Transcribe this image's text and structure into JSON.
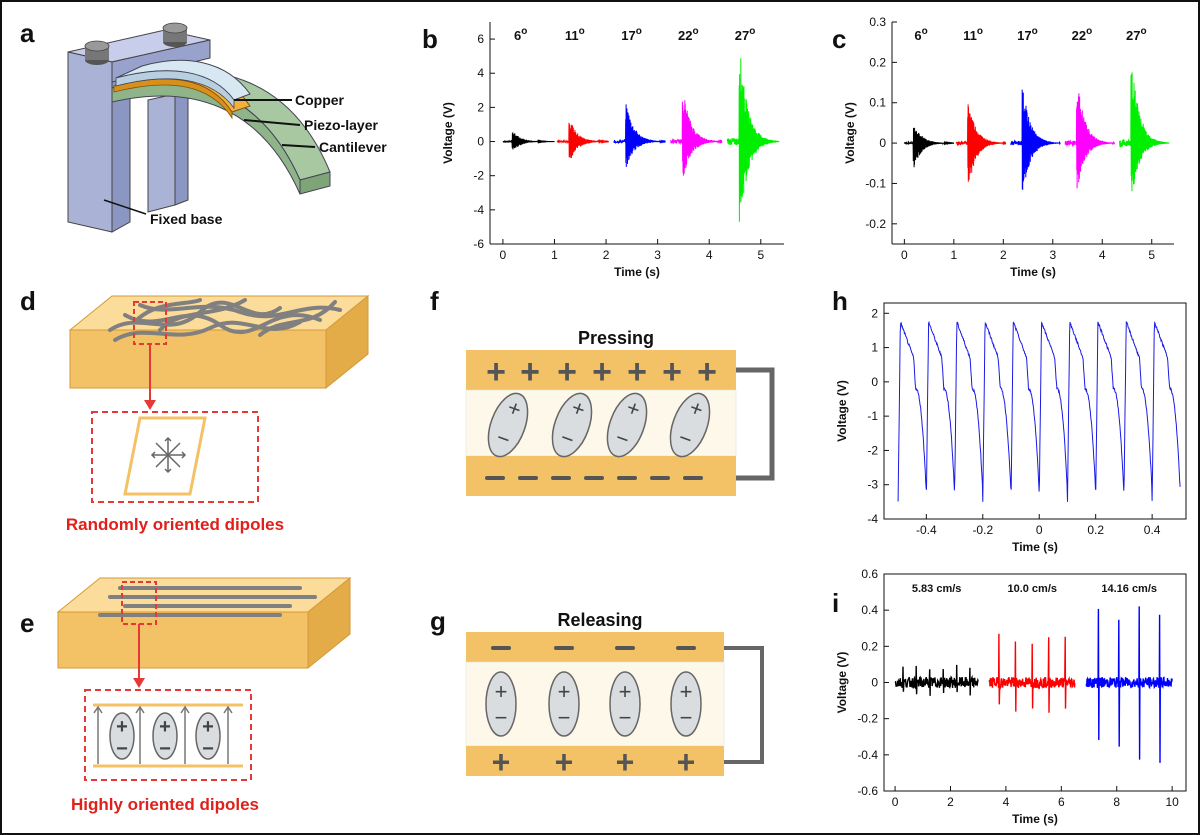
{
  "panel_letters": {
    "a": "a",
    "b": "b",
    "c": "c",
    "d": "d",
    "e": "e",
    "f": "f",
    "g": "g",
    "h": "h",
    "i": "i"
  },
  "panel_a": {
    "labels": {
      "copper": "Copper",
      "piezo": "Piezo-layer",
      "cantilever": "Cantilever",
      "base": "Fixed base"
    },
    "colors": {
      "copper": "#d8e8f2",
      "piezo": "#f3b03d",
      "cantilever": "#a7c8a1",
      "frame": "#aab3d6",
      "bolt": "#6f6f6f"
    }
  },
  "panel_d": {
    "caption": "Randomly oriented dipoles"
  },
  "panel_e": {
    "caption": "Highly oriented dipoles"
  },
  "panel_f": {
    "title": "Pressing",
    "plus": "+",
    "minus": "−"
  },
  "panel_g": {
    "title": "Releasing",
    "plus": "+",
    "minus": "−"
  },
  "colors": {
    "slab": "#f4c266",
    "slab_top": "#fbdc9a",
    "dashed": "#e53935",
    "caption_red": "#e0201b",
    "electrode": "#f4c266",
    "gap": "#fdf8e9",
    "dipole": "#d9dde0",
    "wire": "#666666"
  },
  "chart_data": [
    {
      "id": "b",
      "type": "line",
      "xlabel": "Time (s)",
      "ylabel": "Voltage (V)",
      "xlim": [
        -0.25,
        5.45
      ],
      "ylim": [
        -6,
        7
      ],
      "xticks": [
        0,
        1,
        2,
        3,
        4,
        5
      ],
      "yticks": [
        -6,
        -4,
        -2,
        0,
        2,
        4,
        6
      ],
      "annotations": [
        "6",
        "11",
        "17",
        "22",
        "27"
      ],
      "annotation_suffix": "o",
      "series": [
        {
          "color": "#000000",
          "x_start": 0.0,
          "x_end": 1.0,
          "peak_t": 0.2,
          "amp_pos": 0.6,
          "amp_neg": -0.55
        },
        {
          "color": "#ff0000",
          "x_start": 1.05,
          "x_end": 2.05,
          "peak_t": 1.3,
          "amp_pos": 1.3,
          "amp_neg": -1.2
        },
        {
          "color": "#0000ff",
          "x_start": 2.15,
          "x_end": 3.15,
          "peak_t": 2.4,
          "amp_pos": 2.2,
          "amp_neg": -1.5
        },
        {
          "color": "#ff00ff",
          "x_start": 3.25,
          "x_end": 4.25,
          "peak_t": 3.5,
          "amp_pos": 3.0,
          "amp_neg": -2.1
        },
        {
          "color": "#00ee00",
          "x_start": 4.35,
          "x_end": 5.35,
          "peak_t": 4.6,
          "amp_pos": 5.3,
          "amp_neg": -5.0
        }
      ]
    },
    {
      "id": "c",
      "type": "line",
      "xlabel": "Time (s)",
      "ylabel": "Voltage (V)",
      "xlim": [
        -0.25,
        5.45
      ],
      "ylim": [
        -0.25,
        0.3
      ],
      "xticks": [
        0,
        1,
        2,
        3,
        4,
        5
      ],
      "yticks": [
        -0.2,
        -0.1,
        0.0,
        0.1,
        0.2,
        0.3
      ],
      "annotations": [
        "6",
        "11",
        "17",
        "22",
        "27"
      ],
      "annotation_suffix": "o",
      "series": [
        {
          "color": "#000000",
          "x_start": 0.0,
          "x_end": 1.0,
          "peak_t": 0.2,
          "amp_pos": 0.05,
          "amp_neg": -0.06
        },
        {
          "color": "#ff0000",
          "x_start": 1.05,
          "x_end": 2.05,
          "peak_t": 1.3,
          "amp_pos": 0.105,
          "amp_neg": -0.11
        },
        {
          "color": "#0000ff",
          "x_start": 2.15,
          "x_end": 3.15,
          "peak_t": 2.4,
          "amp_pos": 0.135,
          "amp_neg": -0.125
        },
        {
          "color": "#ff00ff",
          "x_start": 3.25,
          "x_end": 4.25,
          "peak_t": 3.5,
          "amp_pos": 0.155,
          "amp_neg": -0.115
        },
        {
          "color": "#00ee00",
          "x_start": 4.35,
          "x_end": 5.35,
          "peak_t": 4.6,
          "amp_pos": 0.21,
          "amp_neg": -0.14
        }
      ]
    },
    {
      "id": "h",
      "type": "line",
      "xlabel": "Time (s)",
      "ylabel": "Voltage (V)",
      "xlim": [
        -0.55,
        0.52
      ],
      "ylim": [
        -4,
        2.3
      ],
      "xticks": [
        -0.4,
        -0.2,
        0.0,
        0.2,
        0.4
      ],
      "yticks": [
        -4,
        -3,
        -2,
        -1,
        0,
        1,
        2
      ],
      "series": [
        {
          "color": "#1a1ae6",
          "period": 0.1,
          "x_start": -0.5,
          "x_end": 0.5,
          "max": 1.75,
          "min": -3.5
        }
      ]
    },
    {
      "id": "i",
      "type": "line",
      "xlabel": "Time (s)",
      "ylabel": "Voltage (V)",
      "xlim": [
        -0.4,
        10.5
      ],
      "ylim": [
        -0.6,
        0.6
      ],
      "xticks": [
        0,
        2,
        4,
        6,
        8,
        10
      ],
      "yticks": [
        -0.6,
        -0.4,
        -0.2,
        0.0,
        0.2,
        0.4,
        0.6
      ],
      "annotations": [
        "5.83 cm/s",
        "10.0 cm/s",
        "14.16 cm/s"
      ],
      "series": [
        {
          "color": "#000000",
          "x_start": 0.0,
          "x_end": 3.0,
          "amp_pos": 0.1,
          "amp_neg": -0.08,
          "spikes": 6
        },
        {
          "color": "#ff0000",
          "x_start": 3.4,
          "x_end": 6.5,
          "amp_pos": 0.3,
          "amp_neg": -0.2,
          "spikes": 5
        },
        {
          "color": "#0000ff",
          "x_start": 6.9,
          "x_end": 10.0,
          "amp_pos": 0.48,
          "amp_neg": -0.48,
          "spikes": 4
        }
      ]
    }
  ]
}
